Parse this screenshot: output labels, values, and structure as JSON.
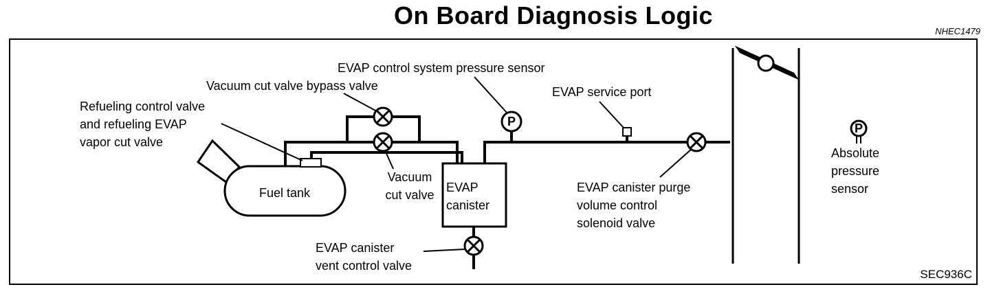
{
  "title": "On Board Diagnosis Logic",
  "figure_code": "NHEC1479",
  "figure_id": "SEC936C",
  "labels": {
    "pressure_sensor": "EVAP control system pressure sensor",
    "bypass_valve": "Vacuum cut valve bypass valve",
    "refuel_valve_l1": "Refueling control valve",
    "refuel_valve_l2": "and refueling EVAP",
    "refuel_valve_l3": "vapor cut valve",
    "service_port": "EVAP service port",
    "fuel_tank": "Fuel tank",
    "vacuum_cut_l1": "Vacuum",
    "vacuum_cut_l2": "cut valve",
    "canister_l1": "EVAP",
    "canister_l2": "canister",
    "purge_l1": "EVAP canister purge",
    "purge_l2": "volume control",
    "purge_l3": "solenoid valve",
    "vent_l1": "EVAP canister",
    "vent_l2": "vent control valve",
    "abs_l1": "Absolute",
    "abs_l2": "pressure",
    "abs_l3": "sensor",
    "p_symbol": "P"
  }
}
